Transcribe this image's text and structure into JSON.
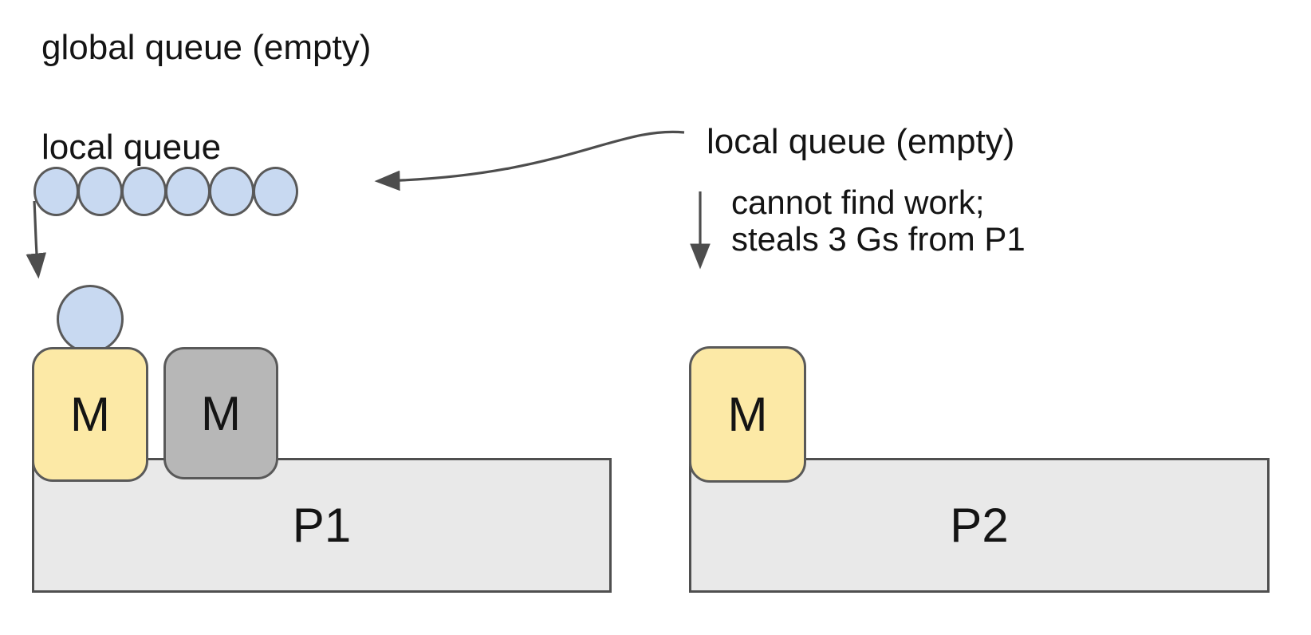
{
  "global_queue": {
    "label": "global queue (empty)"
  },
  "p1": {
    "label": "P1",
    "local_queue": {
      "label": "local queue",
      "goroutine_count": 6
    },
    "running_goroutine_count": 1,
    "machines": [
      {
        "label": "M"
      },
      {
        "label": "M"
      }
    ]
  },
  "p2": {
    "label": "P2",
    "local_queue": {
      "label": "local queue (empty)"
    },
    "annotation": {
      "line1": "cannot find work;",
      "line2": "steals 3 Gs from P1"
    },
    "machines": [
      {
        "label": "M"
      }
    ]
  },
  "icons": {
    "steal_direction_arrow": "curved-left-arrow",
    "cannot_find_work_arrow": "down-arrow",
    "dequeue_arrow": "down-arrow"
  },
  "colors": {
    "goroutine_fill": "#c8d9f1",
    "machine_busy_fill": "#fce9a6",
    "machine_idle_fill": "#b7b7b7",
    "processor_fill": "#e9e9e9",
    "shape_stroke": "#595959",
    "processor_stroke": "#4f4f4f",
    "arrow_color": "#4d4d4d",
    "text_color": "#141414",
    "background": "#ffffff"
  }
}
